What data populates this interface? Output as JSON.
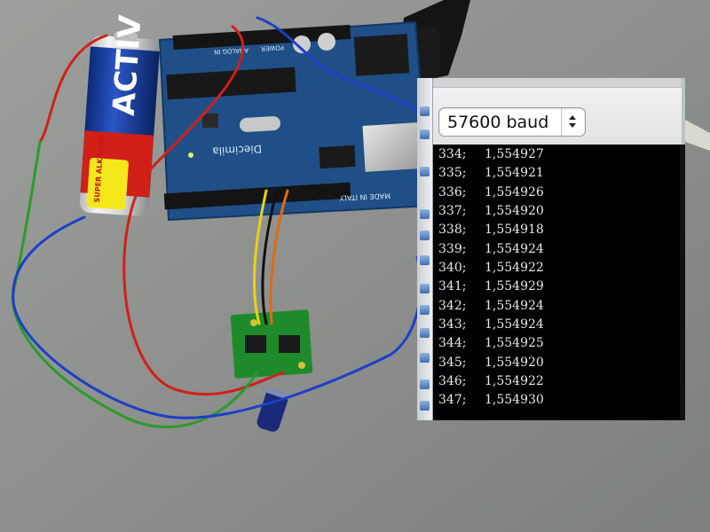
{
  "scene": {
    "battery_brand": "ACTIV",
    "battery_subtitle": "SUPER ALKALINE",
    "board_text": [
      "POWER",
      "ANALOG IN",
      "Diecimila",
      "MADE IN ITALY"
    ]
  },
  "serial_monitor": {
    "baud_rate": "57600 baud",
    "lines": [
      {
        "index": "334;",
        "value": "1,554927"
      },
      {
        "index": "335;",
        "value": "1,554921"
      },
      {
        "index": "336;",
        "value": "1,554926"
      },
      {
        "index": "337;",
        "value": "1,554920"
      },
      {
        "index": "338;",
        "value": "1,554918"
      },
      {
        "index": "339;",
        "value": "1,554924"
      },
      {
        "index": "340;",
        "value": "1,554922"
      },
      {
        "index": "341;",
        "value": "1,554929"
      },
      {
        "index": "342;",
        "value": "1,554924"
      },
      {
        "index": "343;",
        "value": "1,554924"
      },
      {
        "index": "344;",
        "value": "1,554925"
      },
      {
        "index": "345;",
        "value": "1,554920"
      },
      {
        "index": "346;",
        "value": "1,554922"
      },
      {
        "index": "347;",
        "value": "1,554930"
      }
    ]
  },
  "colors": {
    "background": "#8f9290",
    "board": "#1f4f86",
    "wire_red": "#d0201a",
    "wire_blue": "#1d3fc8",
    "wire_green": "#2a9a2a",
    "wire_yellow": "#e8d21a",
    "wire_orange": "#e06a10"
  }
}
